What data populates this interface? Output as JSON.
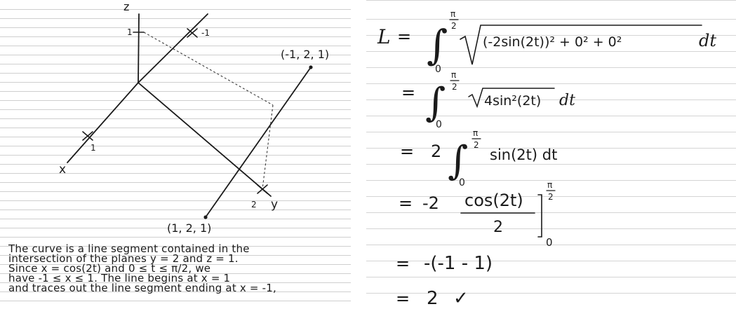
{
  "sketch": {
    "axis_z": "z",
    "axis_x": "x",
    "axis_y": "y",
    "tick_z_1": "1",
    "tick_y_top_neg1": "-1",
    "tick_x_1": "1",
    "tick_y_2": "2",
    "point_end_label": "(-1, 2, 1)",
    "point_start_label": "(1, 2, 1)"
  },
  "description": {
    "lines": [
      "The curve is a line segment contained in the",
      "intersection of the planes y = 2 and z = 1.",
      "Since x = cos(2t) and 0 ≤ t ≤ π/2, we",
      "have -1 ≤ x ≤ 1. The line begins at x = 1",
      "and traces out the line segment ending at x = -1,"
    ]
  },
  "work": {
    "L": "L",
    "eq": "=",
    "upper_limit": "π/2",
    "lower_limit": "0",
    "pi": "π",
    "two": "2",
    "line1_radicand": "(-2sin(2t))² + 0² + 0²",
    "dt": "dt",
    "line2_radicand": "4sin²(2t)",
    "line3_coef": "2",
    "line3_integrand": "sin(2t) dt",
    "line4_prefix": "-2",
    "line4_numerator": "cos(2t)",
    "line4_denominator": "2",
    "line5_expr": "-(-1 - 1)",
    "line6_result": "2",
    "check": "✓"
  }
}
